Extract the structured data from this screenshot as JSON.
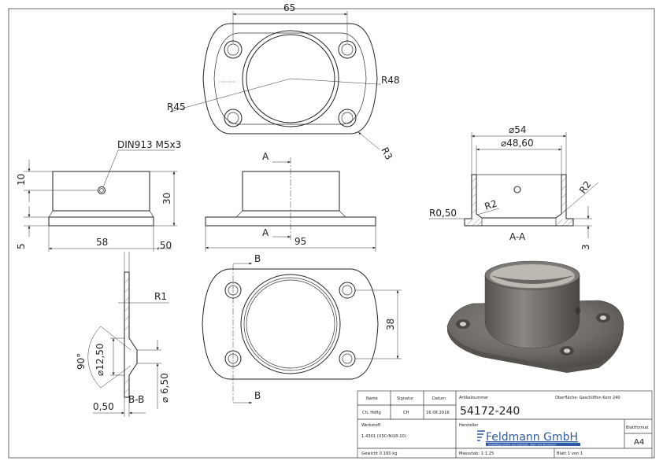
{
  "dimensions": {
    "width_65": "65",
    "r48": "R48",
    "r45": "R45",
    "r3": "R3",
    "din": "DIN913 M5x3",
    "d10": "10",
    "d30": "30",
    "d58": "58",
    "d050_side": ",50",
    "d5": "5",
    "d95": "95",
    "section_a": "A",
    "dia54": "⌀54",
    "dia4860": "⌀48,60",
    "r050": "R0,50",
    "r2a": "R2",
    "r2b": "R2",
    "section_aa": "A-A",
    "d3": "3",
    "r1": "R1",
    "ang90": "90°",
    "dia1250": "⌀12,50",
    "dia650": "⌀ 6,50",
    "d050": "0,50",
    "section_bb": "B-B",
    "section_b": "B",
    "d38": "38"
  },
  "title_block": {
    "h_name": "Name",
    "h_sig": "Signatur",
    "h_date": "Datum",
    "h_artnr": "Artikelnummer",
    "h_surface": "Oberfläche:  Geschliffen Korn 240",
    "name": "Ch. Höfig",
    "sig": "CH",
    "date": "16.08.2016",
    "artnr": "54172-240",
    "h_material": "Werkstoff:",
    "material": "1.4301 (X5CrNi18-10)",
    "h_maker": "Hersteller",
    "brand": "Feldmann GmbH",
    "brand_tagline": "Qualitätsprodukte aus Edelstahl, Stahl und Aluminium",
    "h_format": "Blattformat",
    "format": "A4",
    "weight": "Gewicht 0.160 kg",
    "scale": "Massstab: 1:1.25",
    "sheet": "Blatt 1 von 1"
  }
}
